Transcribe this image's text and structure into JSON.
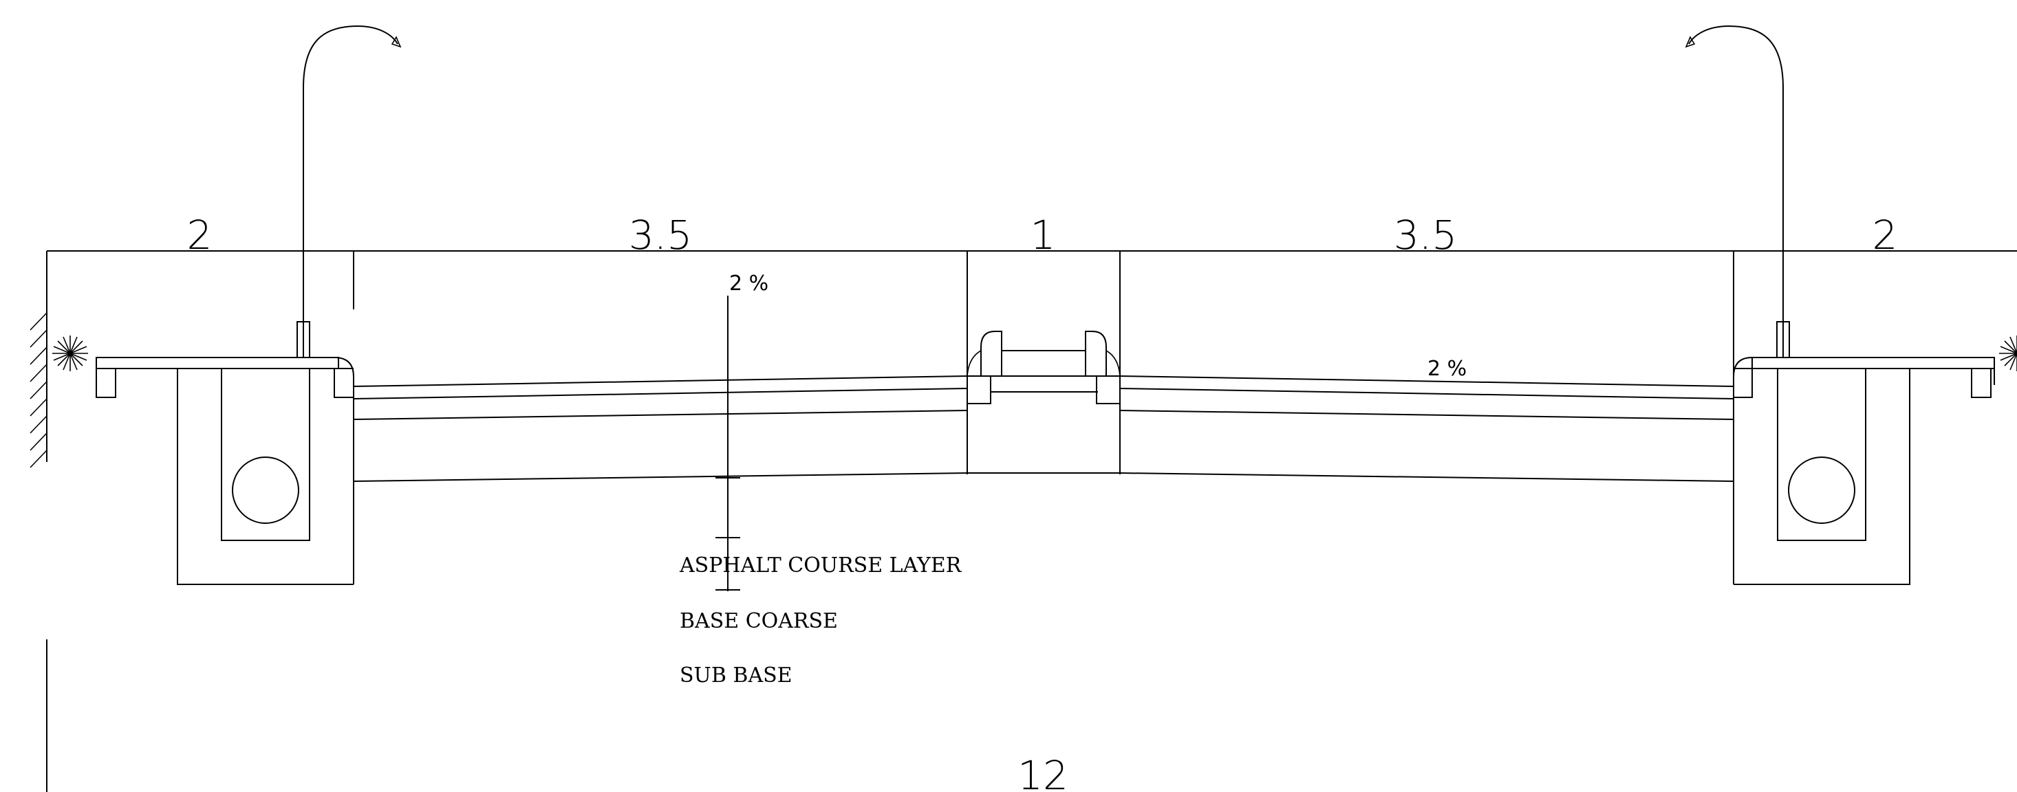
{
  "drawing": {
    "dimensions": {
      "left_sidewalk": "2",
      "left_lane": "3.5",
      "median": "1",
      "right_lane": "3.5",
      "right_sidewalk": "2",
      "total": "12"
    },
    "slopes": {
      "left": "2 %",
      "right": "2 %"
    },
    "layers": {
      "asphalt": "ASPHALT COURSE LAYER",
      "base": "BASE COARSE",
      "subbase": "SUB BASE"
    },
    "line_color": "#000000",
    "background_color": "#ffffff"
  }
}
